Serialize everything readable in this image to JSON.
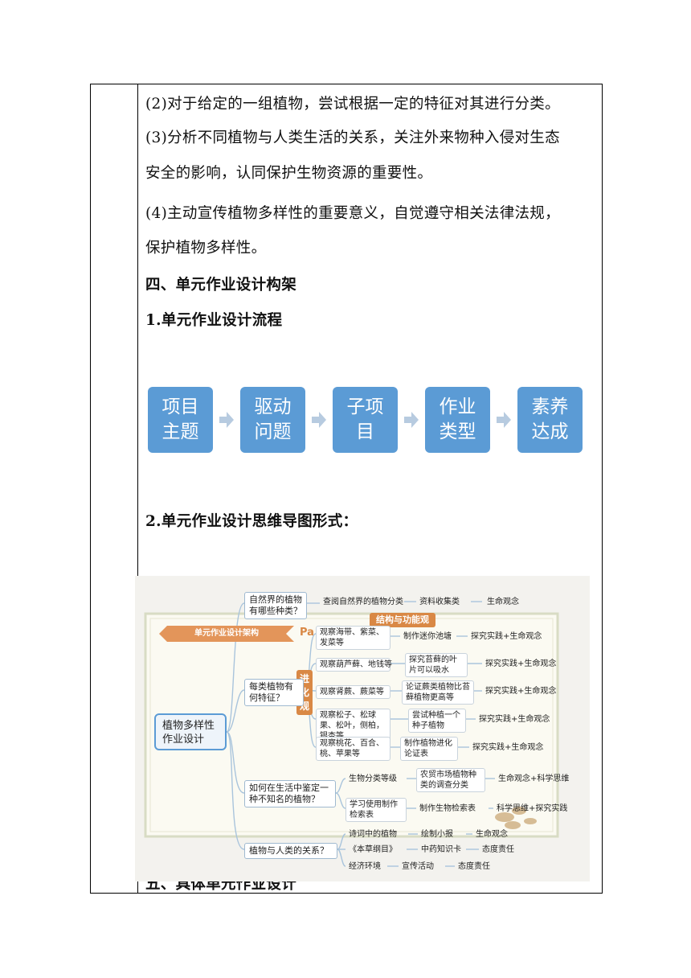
{
  "paragraphs": {
    "p2": "(2)对于给定的一组植物，尝试根据一定的特征对其进行分类。",
    "p3_line1": "(3)分析不同植物与人类生活的关系，关注外来物种入侵对生态",
    "p3_line2": "安全的影响，认同保护生物资源的重要性。",
    "p4_line1": "(4)主动宣传植物多样性的重要意义，自觉遵守相关法律法规，",
    "p4_line2": "保护植物多样性。"
  },
  "headings": {
    "section4": "四、单元作业设计构架",
    "flow_title": "1.单元作业设计流程",
    "mindmap_title": "2.单元作业设计思维导图形式：",
    "section5_partial": "五、具体单元作业设计"
  },
  "flow": {
    "steps": [
      "项目\n主题",
      "驱动\n问题",
      "子项\n目",
      "作业\n类型",
      "素养\n达成"
    ],
    "box_color": "#5b9bd5",
    "arrow_color": "#b7cbe0"
  },
  "mindmap": {
    "banner": "单元作业设计架构",
    "pa": "Pa",
    "tag_structure": "结构与功能观",
    "tag_evolution": "进化观",
    "root": "植物多样性作业设计",
    "branches": {
      "b1": "自然界的植物有哪些种类？",
      "b1_c1": "查阅自然界的植物分类",
      "b1_c2": "资料收集类",
      "b1_c3": "生命观念",
      "b2": "每类植物有何特征？",
      "b2_r1a": "观察海带、紫菜、发菜等",
      "b2_r1b": "制作迷你池塘",
      "b2_r1c": "探究实践+生命观念",
      "b2_r2a": "观察葫芦藓、地钱等",
      "b2_r2b": "探究苔藓的叶片可以吸水",
      "b2_r2c": "探究实践+生命观念",
      "b2_r3a": "观察肾蕨、蕨菜等",
      "b2_r3b": "论证蕨类植物比苔藓植物更高等",
      "b2_r3c": "探究实践+生命观念",
      "b2_r4a": "观察松子、松球果、松叶，侧柏，银杏等",
      "b2_r4b": "尝试种植一个种子植物",
      "b2_r4c": "探究实践+生命观念",
      "b2_r5a": "观察桃花、百合、桃、苹果等",
      "b2_r5b": "制作植物进化论证表",
      "b2_r5c": "探究实践+生命观念",
      "b3": "如何在生活中鉴定一种不知名的植物？",
      "b3_r1a": "生物分类等级",
      "b3_r1b": "农贸市场植物种类的调查分类",
      "b3_r1c": "生命观念+科学思维",
      "b3_r2a": "学习使用制作检索表",
      "b3_r2b": "制作生物检索表",
      "b3_r2c": "科学思维+探究实践",
      "b4": "植物与人类的关系？",
      "b4_r1a": "诗词中的植物",
      "b4_r1b": "绘制小报",
      "b4_r1c": "生命观念",
      "b4_r2a": "《本草纲目》",
      "b4_r2b": "中药知识卡",
      "b4_r2c": "态度责任",
      "b4_r3a": "经济环境",
      "b4_r3b": "宣传活动",
      "b4_r3c": "态度责任"
    },
    "colors": {
      "line": "#a9c4dc",
      "frame": "#d8dcc4",
      "accent": "#d98845"
    }
  }
}
